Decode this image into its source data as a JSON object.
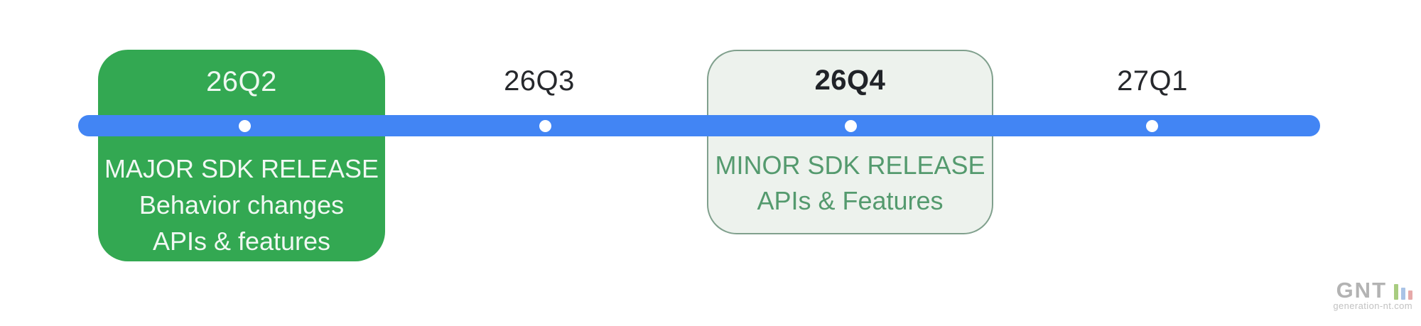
{
  "timeline": {
    "milestones": [
      {
        "label": "26Q2"
      },
      {
        "label": "26Q3"
      },
      {
        "label": "26Q4"
      },
      {
        "label": "27Q1"
      }
    ]
  },
  "cards": {
    "major": {
      "quarter": "26Q2",
      "title": "MAJOR SDK RELEASE",
      "detail_1": "Behavior changes",
      "detail_2": "APIs & features"
    },
    "minor": {
      "quarter": "26Q4",
      "title": "MINOR SDK RELEASE",
      "detail_1": "APIs & Features"
    }
  },
  "watermark": {
    "logo": "GNT",
    "site": "generation-nt.com"
  },
  "colors": {
    "timeline_blue": "#4285f4",
    "major_card_green": "#33a852",
    "major_card_text": "#f1f8f3",
    "minor_card_fill": "#edf2ed",
    "minor_card_border": "#80a08d",
    "minor_card_text": "#549a6e",
    "quarter_label_dark": "#26282c",
    "dot_white": "#ffffff"
  }
}
